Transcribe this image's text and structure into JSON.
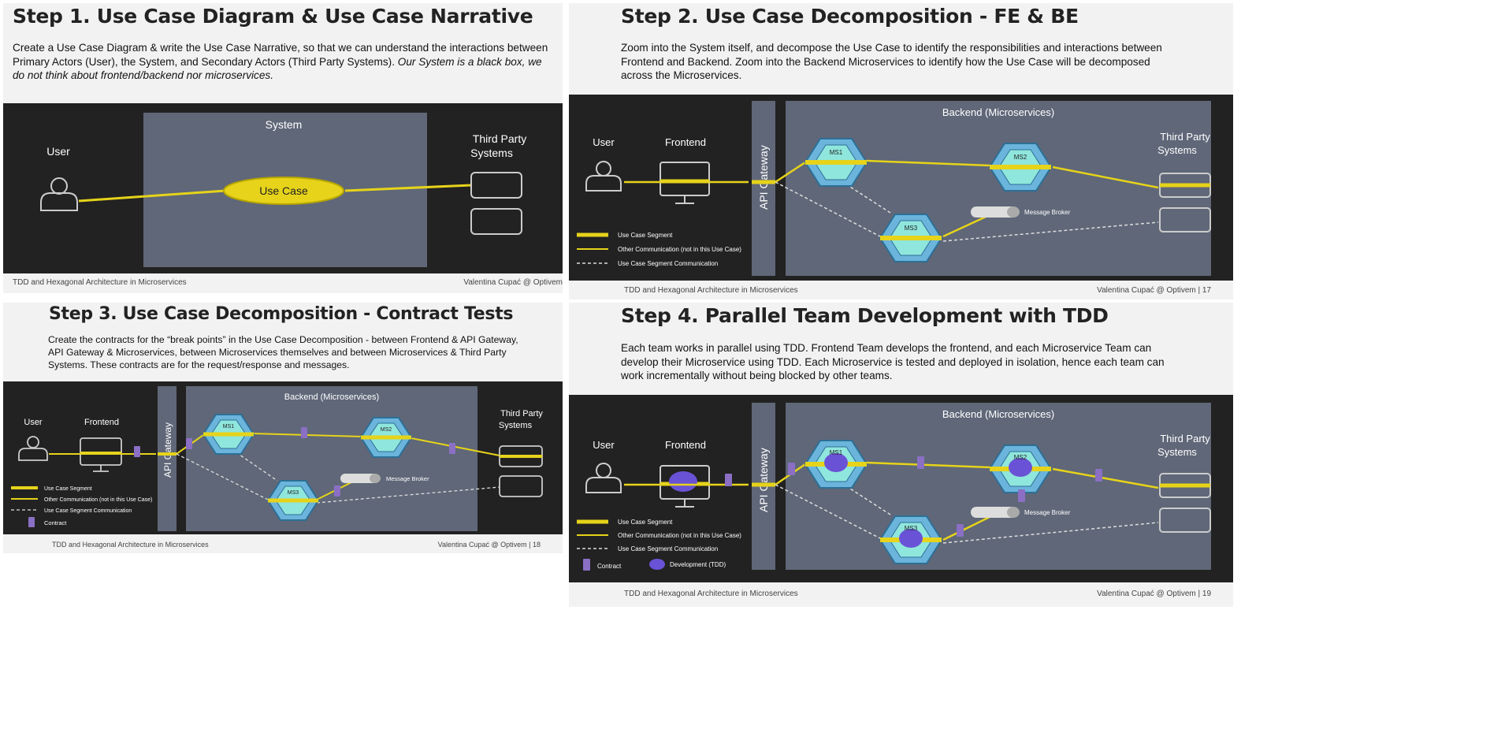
{
  "s1": {
    "title": "Step 1. Use Case Diagram & Use Case Narrative",
    "desc_a": "Create a Use Case Diagram & write the Use Case Narrative, so that we can understand the interactions between Primary Actors (User), the System, and Secondary Actors (Third Party Systems). ",
    "desc_b": "Our System is a black box, we do not think about frontend/backend nor microservices.",
    "system": "System",
    "user": "User",
    "usecase": "Use Case",
    "third1": "Third Party",
    "third2": "Systems",
    "footer_left": "TDD and Hexagonal Architecture in Microservices",
    "footer_right": "Valentina Cupać @ Optivem"
  },
  "s2": {
    "title": "Step 2. Use Case Decomposition - FE & BE",
    "desc": "Zoom into the System itself, and decompose the Use Case to identify the responsibilities and interactions between Frontend and Backend. Zoom into the Backend Microservices to identify how the Use Case will be decomposed across the Microservices.",
    "backend": "Backend (Microservices)",
    "user": "User",
    "frontend": "Frontend",
    "gateway": "API Gateway",
    "ms1": "MS1",
    "ms2": "MS2",
    "ms3": "MS3",
    "broker": "Message Broker",
    "third1": "Third Party",
    "third2": "Systems",
    "legend1": "Use Case Segment",
    "legend2": "Other Communication (not in this Use Case)",
    "legend3": "Use Case Segment Communication",
    "footer_left": "TDD and Hexagonal Architecture in Microservices",
    "footer_right": "Valentina Cupać @ Optivem  |  17"
  },
  "s3": {
    "title": "Step 3. Use Case Decomposition - Contract Tests",
    "desc": "Create the contracts for the “break points” in the Use Case Decomposition - between Frontend & API Gateway, API Gateway & Microservices, between Microservices themselves and between Microservices & Third Party Systems. These contracts are for the request/response and messages.",
    "backend": "Backend (Microservices)",
    "user": "User",
    "frontend": "Frontend",
    "gateway": "API Gateway",
    "ms1": "MS1",
    "ms2": "MS2",
    "ms3": "MS3",
    "broker": "Message Broker",
    "third1": "Third Party",
    "third2": "Systems",
    "legend1": "Use Case Segment",
    "legend2": "Other Communication (not in this Use Case)",
    "legend3": "Use Case Segment Communication",
    "legend4": "Contract",
    "footer_left": "TDD and Hexagonal Architecture in Microservices",
    "footer_right": "Valentina Cupać @ Optivem  |  18"
  },
  "s4": {
    "title": "Step 4. Parallel Team Development with TDD",
    "desc": "Each team works in parallel using TDD. Frontend Team develops the frontend, and each Microservice Team can develop their Microservice using TDD. Each Microservice is tested and deployed in isolation, hence each team can work incrementally without being blocked by other teams.",
    "backend": "Backend (Microservices)",
    "user": "User",
    "frontend": "Frontend",
    "gateway": "API Gateway",
    "ms1": "MS1",
    "ms2": "MS2",
    "ms3": "MS3",
    "broker": "Message Broker",
    "third1": "Third Party",
    "third2": "Systems",
    "legend1": "Use Case Segment",
    "legend2": "Other Communication (not in this Use Case)",
    "legend3": "Use Case Segment Communication",
    "legend4": "Contract",
    "legend5": "Development (TDD)",
    "footer_left": "TDD and Hexagonal Architecture in Microservices",
    "footer_right": "Valentina Cupać @ Optivem  |  19"
  },
  "colors": {
    "yellow": "#e6d31a",
    "panel": "#5f6778",
    "dark": "#222222",
    "hex_outer": "#6bb4dc",
    "hex_inner": "#8fe6dc",
    "contract": "#8a6fc4",
    "blob": "#6a52d6"
  }
}
